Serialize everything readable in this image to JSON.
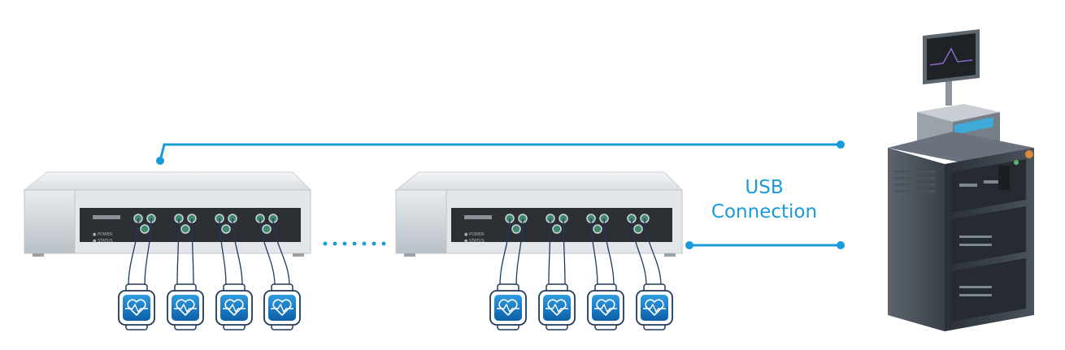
{
  "diagram": {
    "connection_label_line1": "USB",
    "connection_label_line2": "Connection",
    "accent_color": "#1a9ad8",
    "device_count_shown": 2,
    "watches_per_device": 4,
    "icons": {
      "device": "multi-channel-recorder-icon",
      "watch": "heart-rate-smartwatch-icon",
      "station": "workstation-cabinet-icon",
      "ellipsis": "more-devices-dots-icon"
    },
    "device_labels": {
      "power": "POWER",
      "status": "STATUS"
    }
  }
}
